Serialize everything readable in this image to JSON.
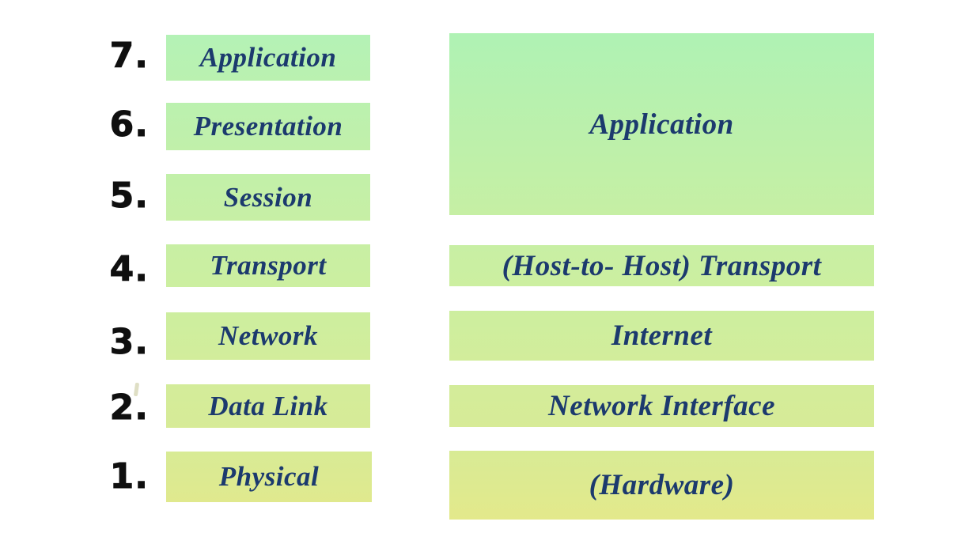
{
  "osi": {
    "layers": [
      {
        "number": "7.",
        "label": "Application"
      },
      {
        "number": "6.",
        "label": "Presentation"
      },
      {
        "number": "5.",
        "label": "Session"
      },
      {
        "number": "4.",
        "label": "Transport"
      },
      {
        "number": "3.",
        "label": "Network"
      },
      {
        "number": "2.",
        "label": "Data Link"
      },
      {
        "number": "1.",
        "label": "Physical"
      }
    ]
  },
  "tcpip": {
    "layers": [
      {
        "label": "Application"
      },
      {
        "label": "(Host-to- Host) Transport"
      },
      {
        "label": "Internet"
      },
      {
        "label": "Network Interface"
      },
      {
        "label": "(Hardware)"
      }
    ]
  },
  "colors": {
    "background": "#ffffff",
    "label_text_navy": "#1c3a6e",
    "number_black": "#0f0f0f",
    "box_green_top": "#aff2b4",
    "box_green_bottom": "#e3e98b"
  }
}
